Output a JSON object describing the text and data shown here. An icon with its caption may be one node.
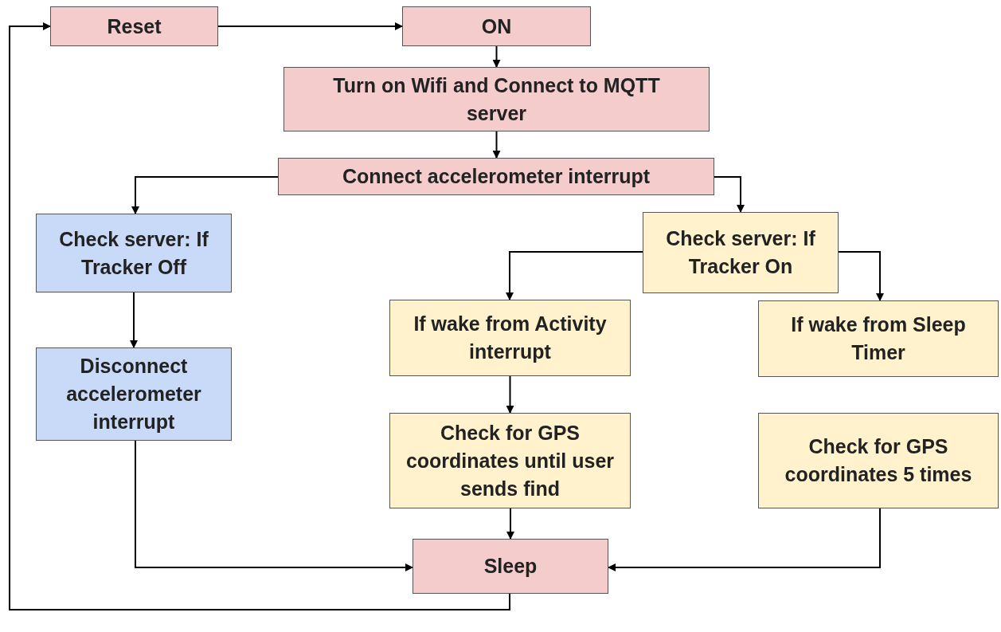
{
  "diagram": {
    "nodes": [
      {
        "text": [
          "Reset"
        ]
      },
      {
        "text": [
          "ON"
        ]
      },
      {
        "text": [
          "Turn on Wifi and Connect to MQTT server"
        ]
      },
      {
        "text": [
          "Connect accelerometer interrupt"
        ]
      },
      {
        "text": [
          "Check server: If Tracker Off"
        ]
      },
      {
        "text": [
          "Check server: If Tracker On"
        ]
      },
      {
        "text": [
          "Disconnect accelerometer interrupt"
        ]
      },
      {
        "text": [
          "If wake from Activity interrupt"
        ]
      },
      {
        "text": [
          "If wake from Sleep Timer"
        ]
      },
      {
        "text": [
          "Check for GPS coordinates until user sends find"
        ]
      },
      {
        "text": [
          "Check for GPS coordinates 5 times"
        ]
      },
      {
        "text": [
          "Sleep"
        ]
      }
    ],
    "edges": [
      {
        "from": 0,
        "to": 1,
        "arrow": "to"
      },
      {
        "from": 1,
        "to": 2,
        "arrow": "to"
      },
      {
        "from": 2,
        "to": 3,
        "arrow": "to"
      },
      {
        "from": 3,
        "to": 4,
        "arrow": "to"
      },
      {
        "from": 3,
        "to": 5,
        "arrow": "to"
      },
      {
        "from": 4,
        "to": 6,
        "arrow": "to"
      },
      {
        "from": 5,
        "to": 7,
        "arrow": "to"
      },
      {
        "from": 5,
        "to": 8,
        "arrow": "to"
      },
      {
        "from": 7,
        "to": 9,
        "arrow": "to"
      },
      {
        "from": 9,
        "to": 11,
        "arrow": "to"
      },
      {
        "from": 6,
        "to": 11,
        "arrow": "to"
      },
      {
        "from": 10,
        "to": 11,
        "arrow": "to"
      },
      {
        "from": 11,
        "to": 0,
        "arrow": "to"
      }
    ]
  }
}
